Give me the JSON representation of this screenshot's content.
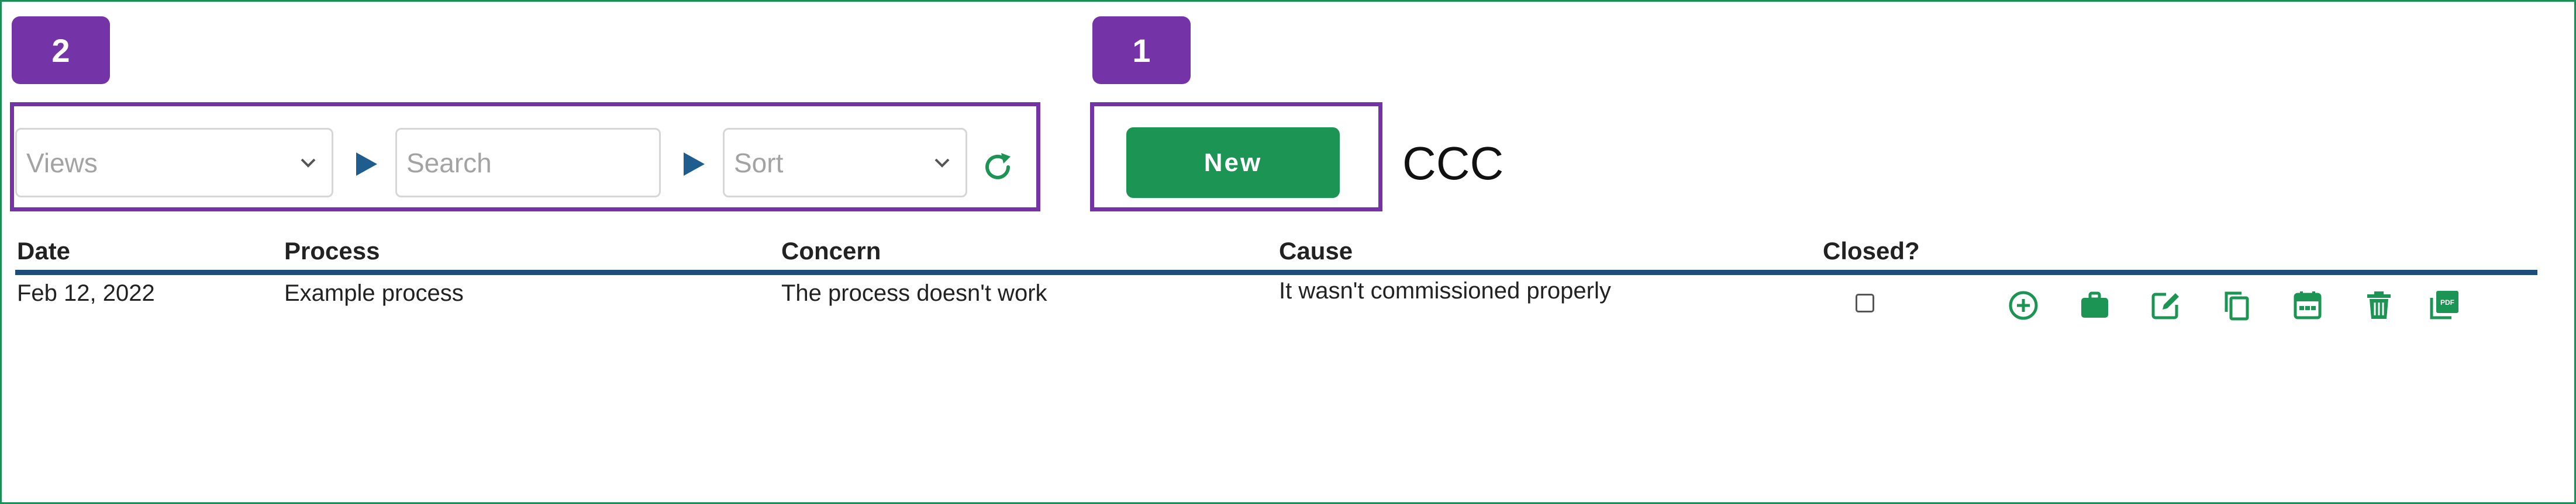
{
  "badges": {
    "filter_badge": "2",
    "new_badge": "1"
  },
  "filter_bar": {
    "views_placeholder": "Views",
    "search_placeholder": "Search",
    "sort_placeholder": "Sort"
  },
  "new_button_label": "New",
  "page_title": "CCC",
  "table": {
    "headers": [
      "Date",
      "Process",
      "Concern",
      "Cause",
      "Closed?"
    ],
    "rows": [
      {
        "date": "Feb 12, 2022",
        "process": "Example process",
        "concern": "The process doesn't work",
        "cause": "It wasn't commissioned properly",
        "closed": false
      }
    ]
  },
  "row_actions": [
    "add-circle-icon",
    "briefcase-icon",
    "edit-icon",
    "copy-icon",
    "calendar-icon",
    "trash-icon",
    "pdf-icon"
  ],
  "colors": {
    "accent_green": "#1b9454",
    "highlight_purple": "#7533a8",
    "header_rule_blue": "#1f4d7a"
  }
}
